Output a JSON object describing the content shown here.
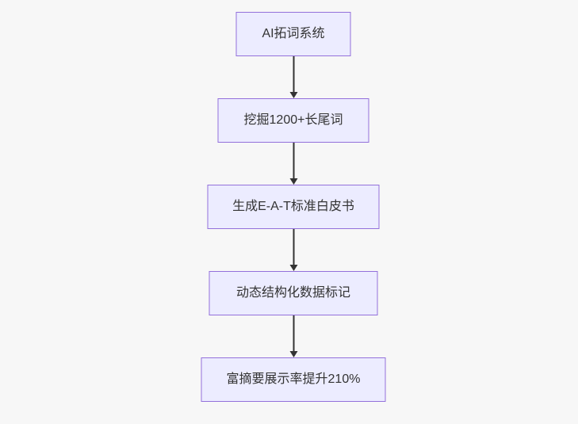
{
  "diagram": {
    "type": "flowchart",
    "direction": "top-down",
    "nodes": [
      {
        "id": "n1",
        "label": "AI拓词系统"
      },
      {
        "id": "n2",
        "label": "挖掘1200+长尾词"
      },
      {
        "id": "n3",
        "label": "生成E-A-T标准白皮书"
      },
      {
        "id": "n4",
        "label": "动态结构化数据标记"
      },
      {
        "id": "n5",
        "label": "富摘要展示率提升210%"
      }
    ],
    "edges": [
      {
        "from": "n1",
        "to": "n2"
      },
      {
        "from": "n2",
        "to": "n3"
      },
      {
        "from": "n3",
        "to": "n4"
      },
      {
        "from": "n4",
        "to": "n5"
      }
    ],
    "colors": {
      "node_fill": "#ececff",
      "node_border": "#9370db",
      "arrow": "#333333",
      "text": "#333333",
      "background": "#f7f7f7"
    }
  }
}
